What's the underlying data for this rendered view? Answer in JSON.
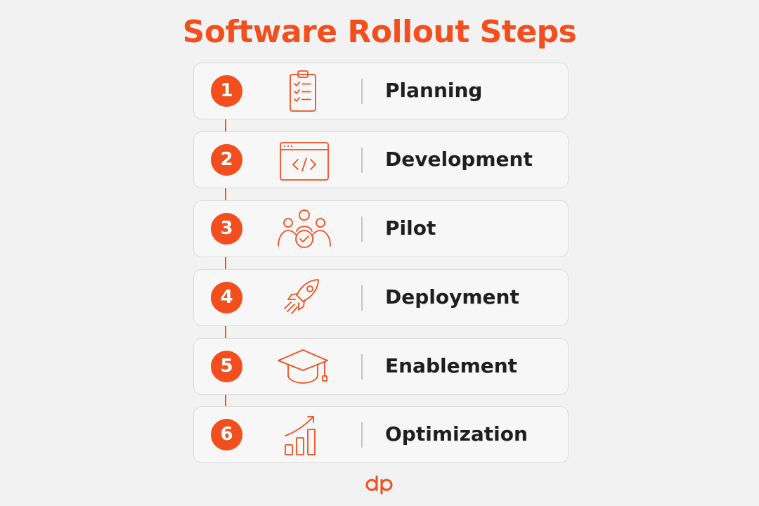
{
  "title": "Software Rollout Steps",
  "colors": {
    "accent": "#f24e1e",
    "text": "#1f1f1f",
    "background": "#f2f2f2",
    "card_border": "#dcdcdc"
  },
  "steps": [
    {
      "number": "1",
      "label": "Planning",
      "icon": "clipboard-checklist-icon"
    },
    {
      "number": "2",
      "label": "Development",
      "icon": "code-window-icon"
    },
    {
      "number": "3",
      "label": "Pilot",
      "icon": "user-group-check-icon"
    },
    {
      "number": "4",
      "label": "Deployment",
      "icon": "rocket-icon"
    },
    {
      "number": "5",
      "label": "Enablement",
      "icon": "graduation-cap-icon"
    },
    {
      "number": "6",
      "label": "Optimization",
      "icon": "growth-chart-icon"
    }
  ],
  "logo": {
    "icon": "dp-logo"
  }
}
